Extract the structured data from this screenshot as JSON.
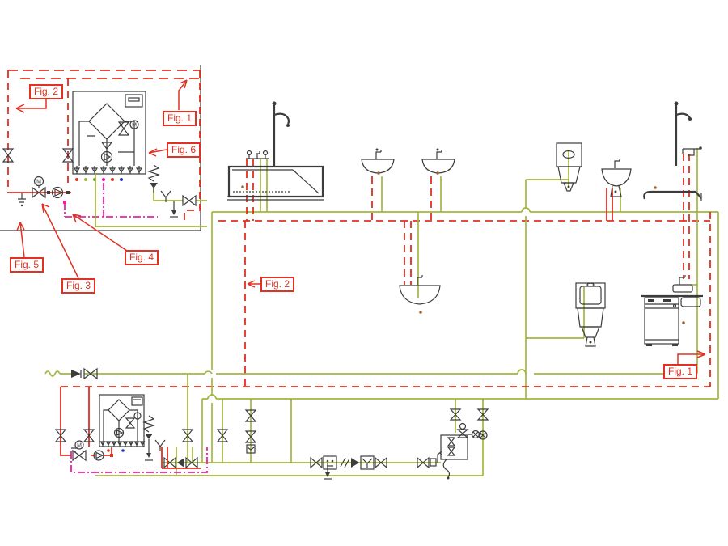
{
  "diagram": {
    "type": "plumbing-heating-schematic",
    "labels": {
      "fig1_inset": "Fig. 1",
      "fig2_inset": "Fig. 2",
      "fig3": "Fig. 3",
      "fig4": "Fig. 4",
      "fig5": "Fig. 5",
      "fig6": "Fig. 6",
      "fig2_main": "Fig. 2",
      "fig1_main": "Fig. 1"
    },
    "symbols": {
      "motor": "M"
    },
    "colors": {
      "red": "#e23022",
      "green": "#a2b73c",
      "mag": "#ee1fa4",
      "blk": "#3c3c3c",
      "gray": "#cccccc",
      "bg": "#ffffff",
      "dot": "#996633",
      "blue": "#2233bb"
    }
  }
}
